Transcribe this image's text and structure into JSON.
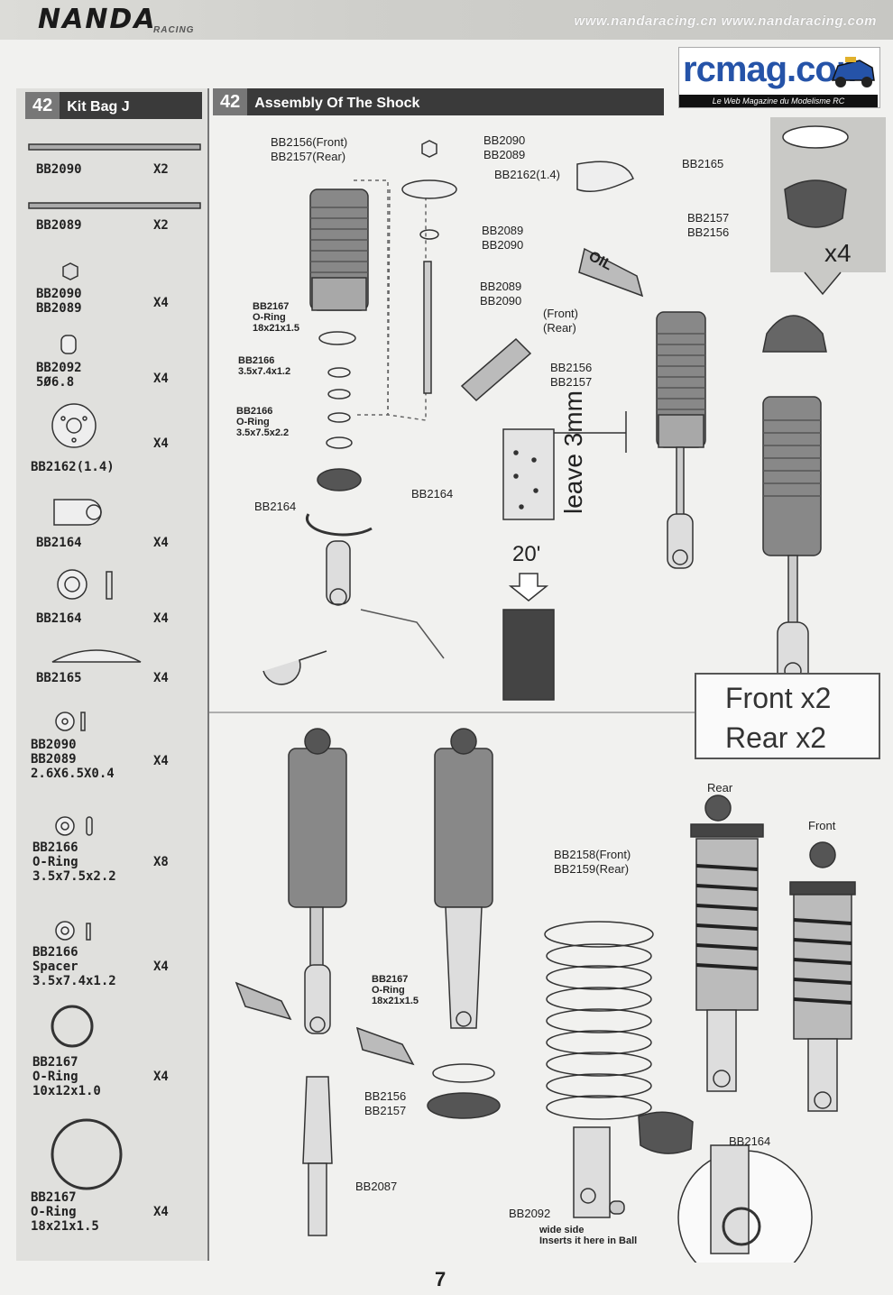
{
  "header": {
    "brand": "NANDA",
    "brand_sub": "RACING",
    "urls": "www.nandaracing.cn  www.nandaracing.com"
  },
  "watermark": {
    "name": "rcmag.com",
    "tagline": "Le Web Magazine du Modelisme RC"
  },
  "kit_bag": {
    "number": "42",
    "title": "Kit Bag J",
    "parts": [
      {
        "label": "BB2090",
        "qty": "X2"
      },
      {
        "label": "BB2089",
        "qty": "X2"
      },
      {
        "label": "BB2090\nBB2089",
        "qty": "X4"
      },
      {
        "label": "BB2092\n5Ø6.8",
        "qty": "X4"
      },
      {
        "label": "BB2162(1.4)",
        "qty": "X4"
      },
      {
        "label": "BB2164",
        "qty": "X4"
      },
      {
        "label": "BB2164",
        "qty": "X4"
      },
      {
        "label": "BB2165",
        "qty": "X4"
      },
      {
        "label": "BB2090\nBB2089\n2.6X6.5X0.4",
        "qty": "X4"
      },
      {
        "label": "BB2166\nO-Ring\n3.5x7.5x2.2",
        "qty": "X8"
      },
      {
        "label": "BB2166\nSpacer\n3.5x7.4x1.2",
        "qty": "X4"
      },
      {
        "label": "BB2167\nO-Ring\n10x12x1.0",
        "qty": "X4"
      },
      {
        "label": "BB2167\nO-Ring\n18x21x1.5",
        "qty": "X4"
      }
    ]
  },
  "assembly": {
    "number": "42",
    "title": "Assembly Of The Shock",
    "callouts": {
      "body": "BB2156(Front)\nBB2157(Rear)",
      "nut": "BB2090\nBB2089",
      "piston": "BB2162(1.4)",
      "washer": "BB2089\nBB2090",
      "shaft": "BB2089\nBB2090",
      "oring1": "BB2167\nO-Ring\n18x21x1.5",
      "spacer": "BB2166\n3.5x7.4x1.2",
      "oring2": "BB2166\nO-Ring\n3.5x7.5x2.2",
      "cap_left": "BB2164",
      "cap_right": "BB2164",
      "front_rear": "(Front)\n(Rear)",
      "body2": "BB2156\nBB2157",
      "top_cap": "BB2165",
      "top_body": "BB2157\nBB2156",
      "x4": "x4",
      "leave": "leave 3mm",
      "time": "20'",
      "oil": "OIL",
      "oring3": "BB2167\nO-Ring\n18x21x1.5",
      "collar": "BB2156\nBB2157",
      "spring": "BB2158(Front)\nBB2159(Rear)",
      "rod_end": "BB2087",
      "spring_cup": "BB2164",
      "ball": "BB2092",
      "wide_side": "wide side\nInserts it here in Ball",
      "rear": "Rear",
      "front": "Front"
    },
    "note_front": "Front  x2",
    "note_rear": "Rear  x2"
  },
  "page_number": "7"
}
